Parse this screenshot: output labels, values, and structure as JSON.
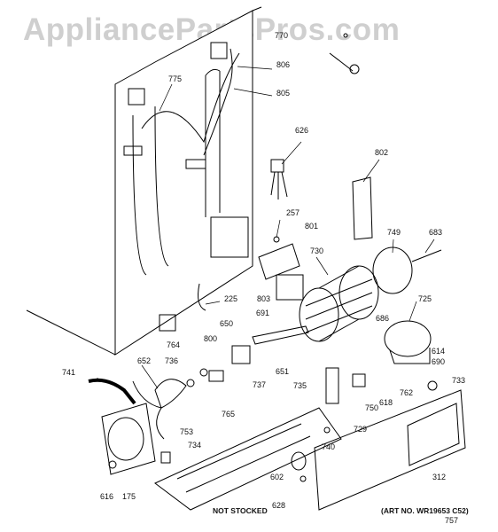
{
  "watermark": "AppliancePartsPros.com",
  "not_stocked": "NOT STOCKED",
  "art_no": "(ART NO. WR19653 C52)",
  "callouts": [
    "770",
    "806",
    "805",
    "775",
    "626",
    "802",
    "257",
    "801",
    "749",
    "683",
    "730",
    "225",
    "803",
    "725",
    "691",
    "686",
    "650",
    "764",
    "800",
    "614",
    "736",
    "652",
    "651",
    "690",
    "741",
    "737",
    "762",
    "618",
    "735",
    "733",
    "765",
    "750",
    "753",
    "734",
    "729",
    "740",
    "602",
    "312",
    "616",
    "175",
    "628",
    "757"
  ]
}
